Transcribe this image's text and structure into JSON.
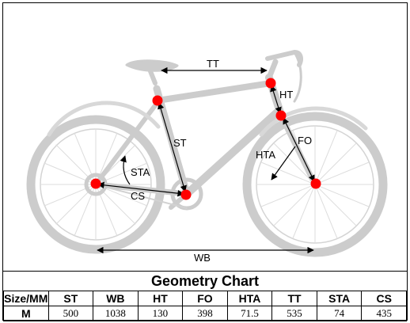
{
  "diagram": {
    "labels": {
      "tt": "TT",
      "ht": "HT",
      "st": "ST",
      "fo": "FO",
      "hta": "HTA",
      "sta": "STA",
      "cs": "CS",
      "wb": "WB"
    }
  },
  "table": {
    "title": "Geometry Chart",
    "headers": [
      "Size/MM",
      "ST",
      "WB",
      "HT",
      "FO",
      "HTA",
      "TT",
      "STA",
      "CS"
    ],
    "rows": [
      [
        "M",
        "500",
        "1038",
        "130",
        "398",
        "71.5",
        "535",
        "74",
        "435"
      ]
    ]
  },
  "colors": {
    "frame": "#c8c8c8",
    "dot": "#ff0000",
    "border": "#000000"
  }
}
